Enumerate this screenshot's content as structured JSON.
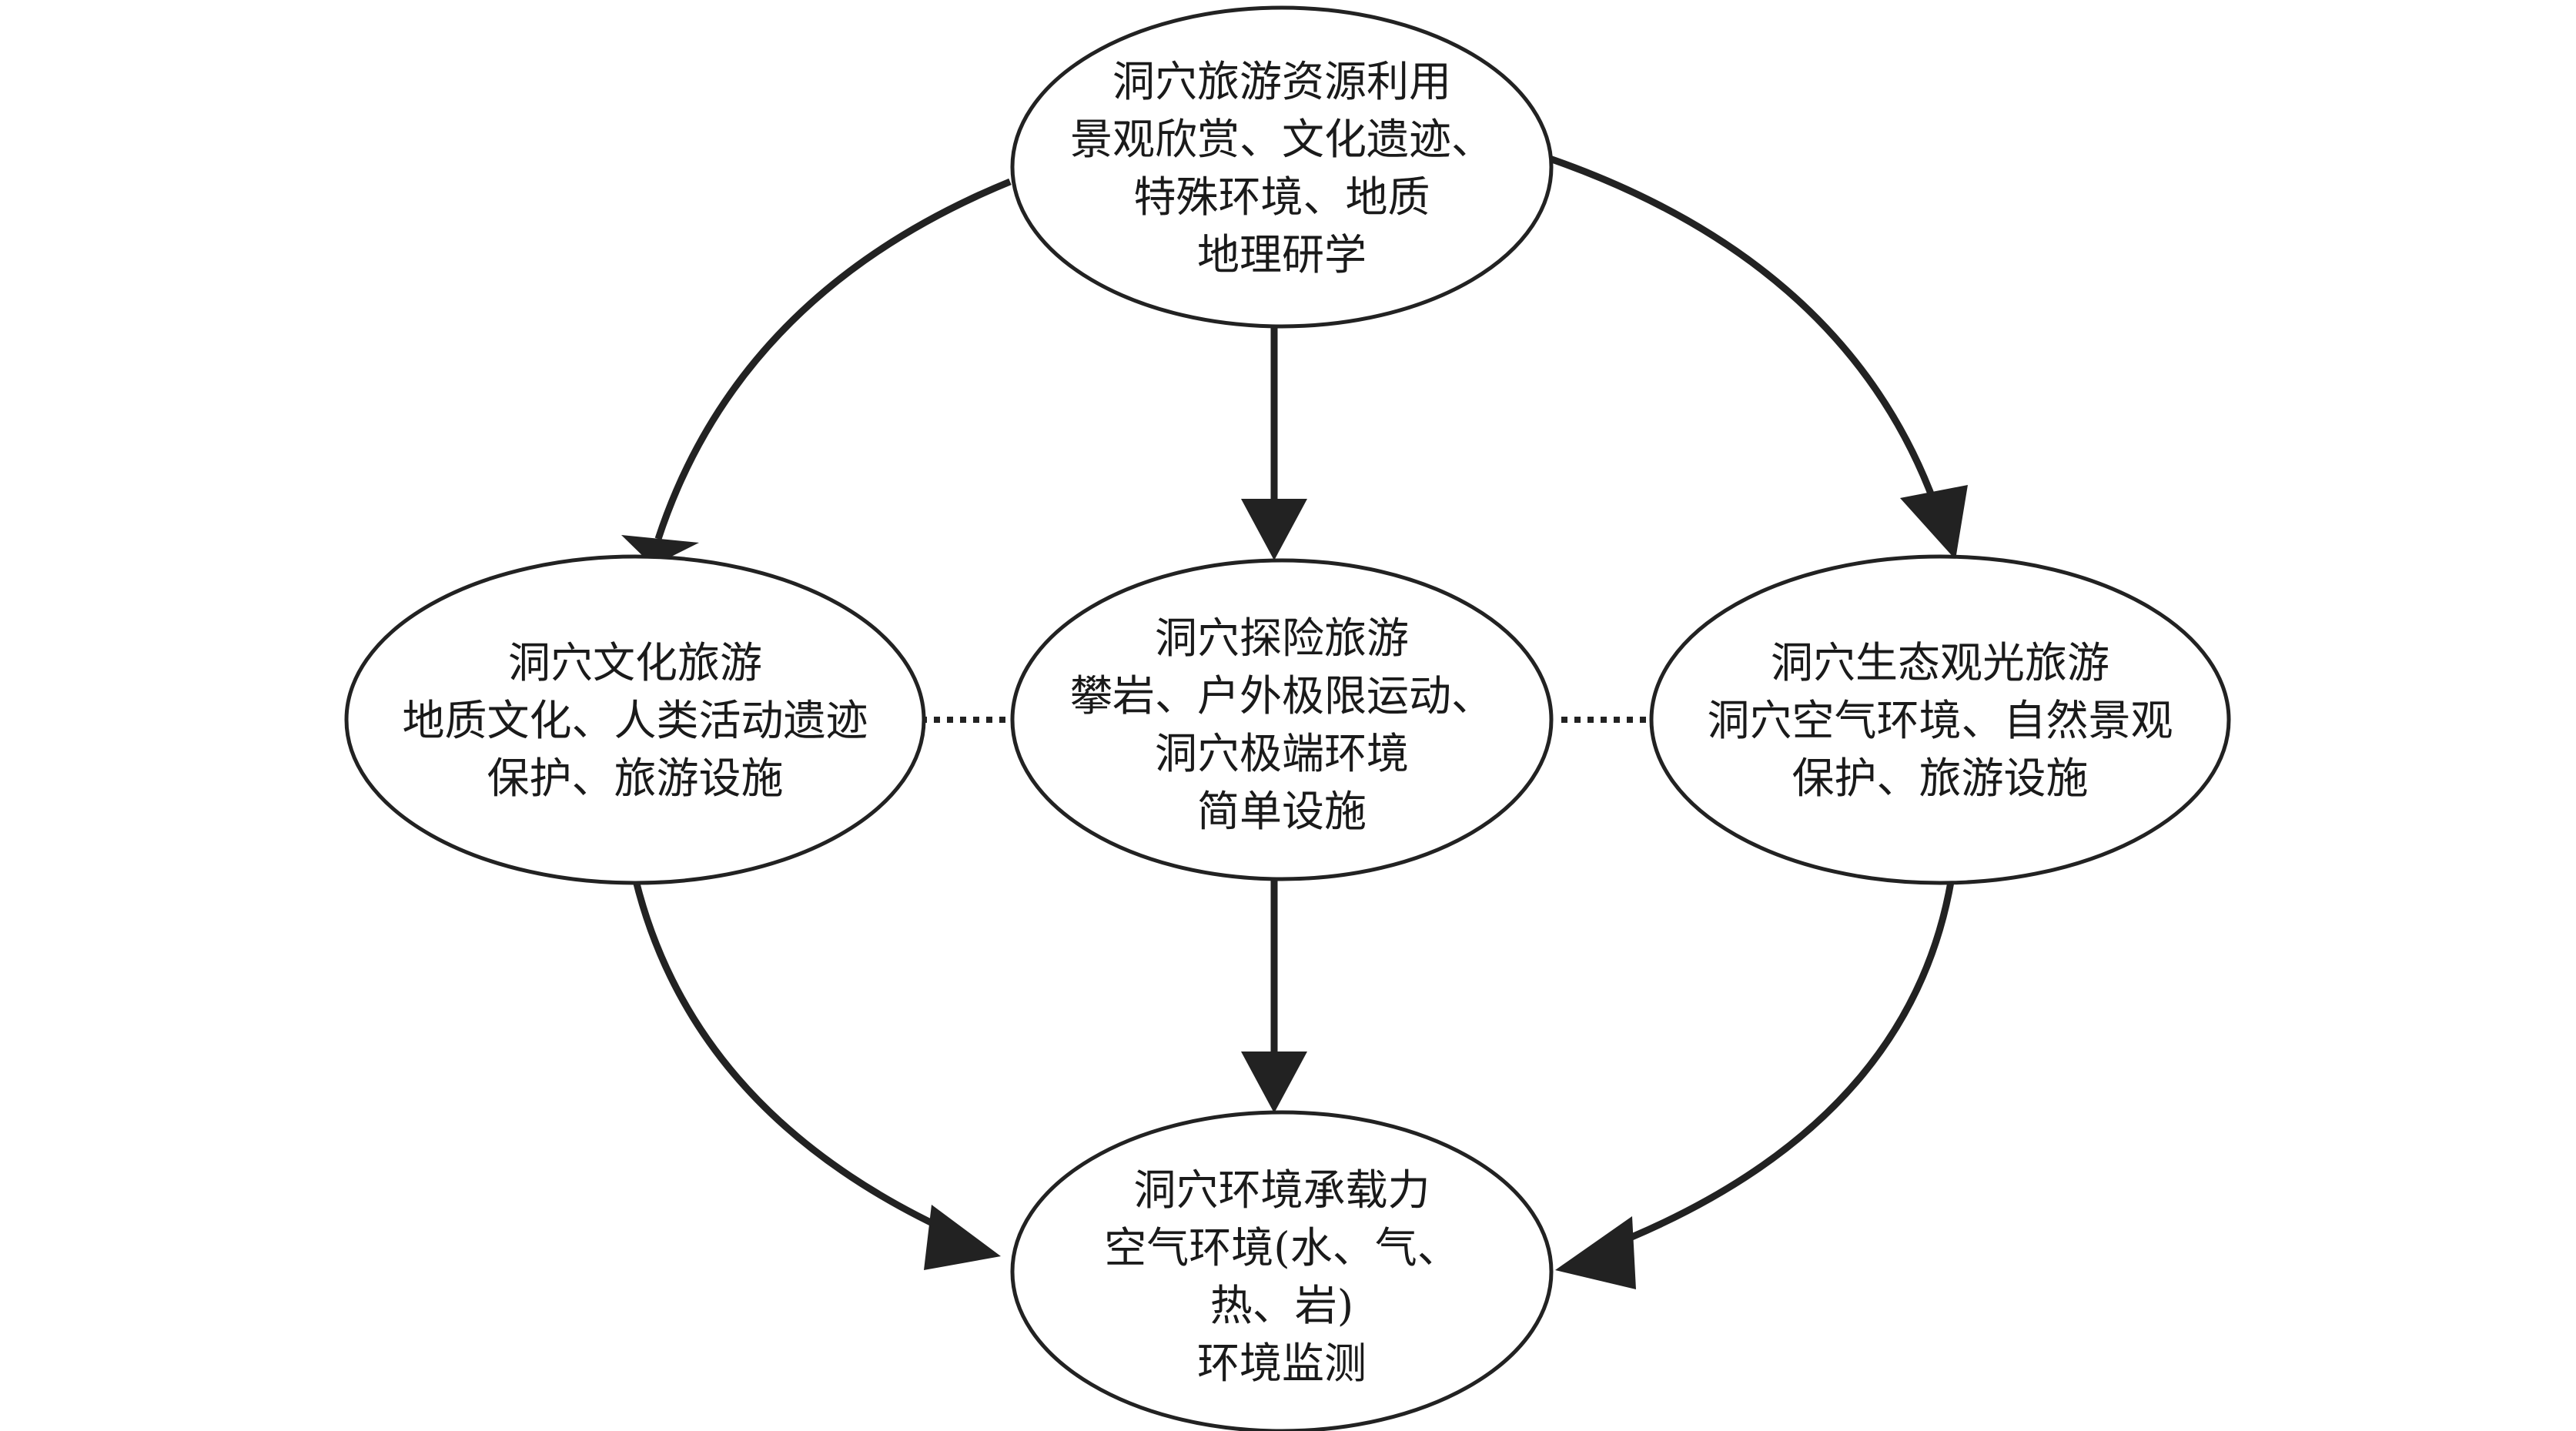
{
  "diagram": {
    "nodes": [
      {
        "id": "top",
        "lines": [
          "洞穴旅游资源利用",
          "景观欣赏、文化遗迹、",
          "特殊环境、地质",
          "地理研学"
        ]
      },
      {
        "id": "left",
        "lines": [
          "洞穴文化旅游",
          "地质文化、人类活动遗迹",
          "保护、旅游设施"
        ]
      },
      {
        "id": "center",
        "lines": [
          "洞穴探险旅游",
          "攀岩、户外极限运动、",
          "洞穴极端环境",
          "简单设施"
        ]
      },
      {
        "id": "right",
        "lines": [
          "洞穴生态观光旅游",
          "洞穴空气环境、自然景观",
          "保护、旅游设施"
        ]
      },
      {
        "id": "bottom",
        "lines": [
          "洞穴环境承载力",
          "空气环境(水、气、",
          "热、岩)",
          "环境监测"
        ]
      }
    ],
    "arrows": [
      {
        "from": "top",
        "to": "left",
        "style": "solid"
      },
      {
        "from": "top",
        "to": "center",
        "style": "solid"
      },
      {
        "from": "top",
        "to": "right",
        "style": "solid"
      },
      {
        "from": "left",
        "to": "bottom",
        "style": "solid"
      },
      {
        "from": "center",
        "to": "bottom",
        "style": "solid"
      },
      {
        "from": "right",
        "to": "bottom",
        "style": "solid"
      }
    ],
    "links": [
      {
        "from": "left",
        "to": "center",
        "style": "dotted"
      },
      {
        "from": "center",
        "to": "right",
        "style": "dotted"
      }
    ],
    "colors": {
      "stroke": "#222222",
      "text": "#1a1a1a",
      "background": "#ffffff"
    }
  }
}
